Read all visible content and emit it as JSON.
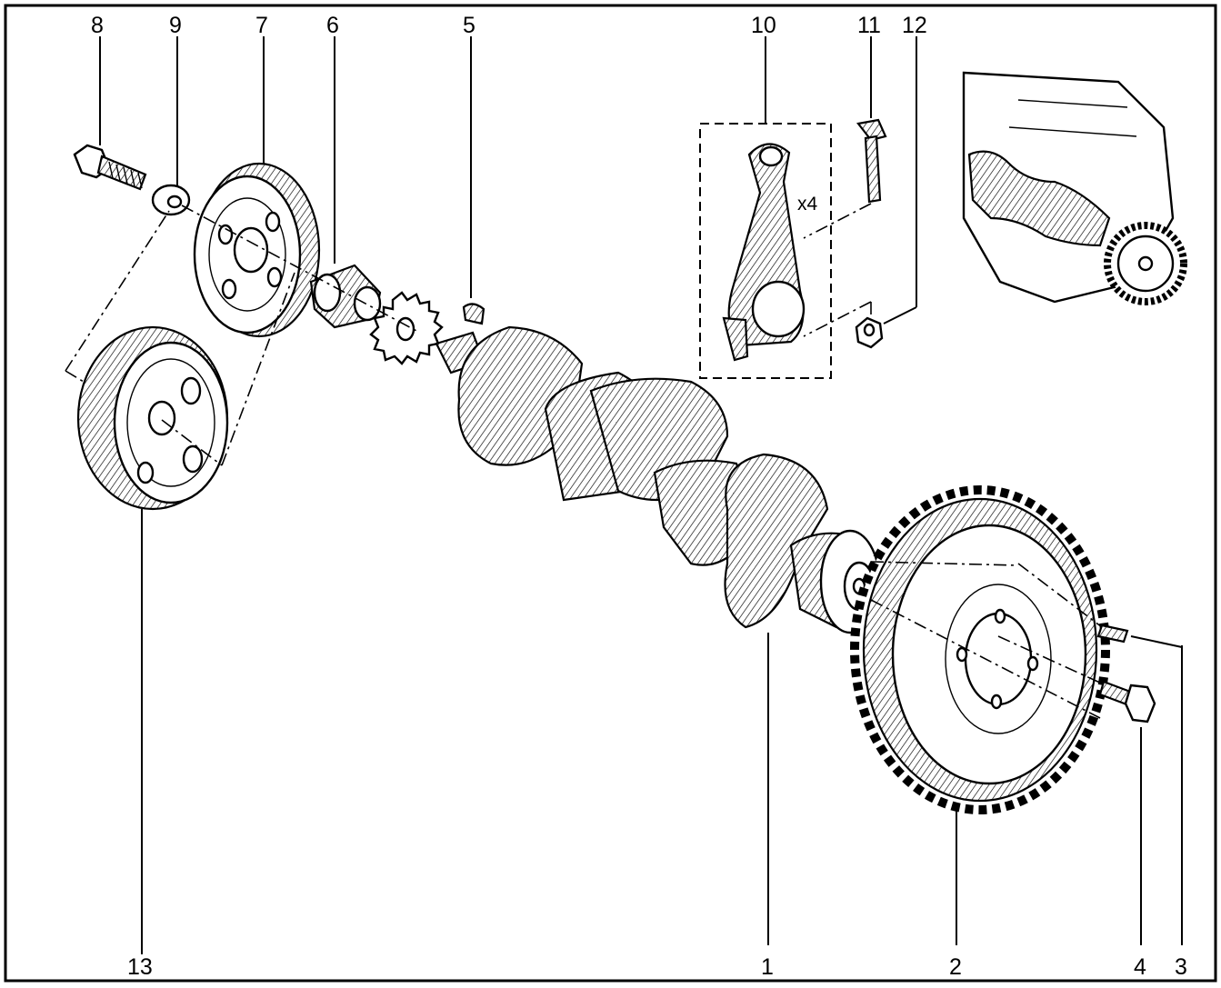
{
  "callouts": {
    "c1": "1",
    "c2": "2",
    "c3": "3",
    "c4": "4",
    "c5": "5",
    "c6": "6",
    "c7": "7",
    "c8": "8",
    "c9": "9",
    "c10": "10",
    "c11": "11",
    "c12": "12",
    "c13": "13"
  },
  "rod_quantity": "x4",
  "colors": {
    "ink": "#000000",
    "paper": "#ffffff"
  }
}
